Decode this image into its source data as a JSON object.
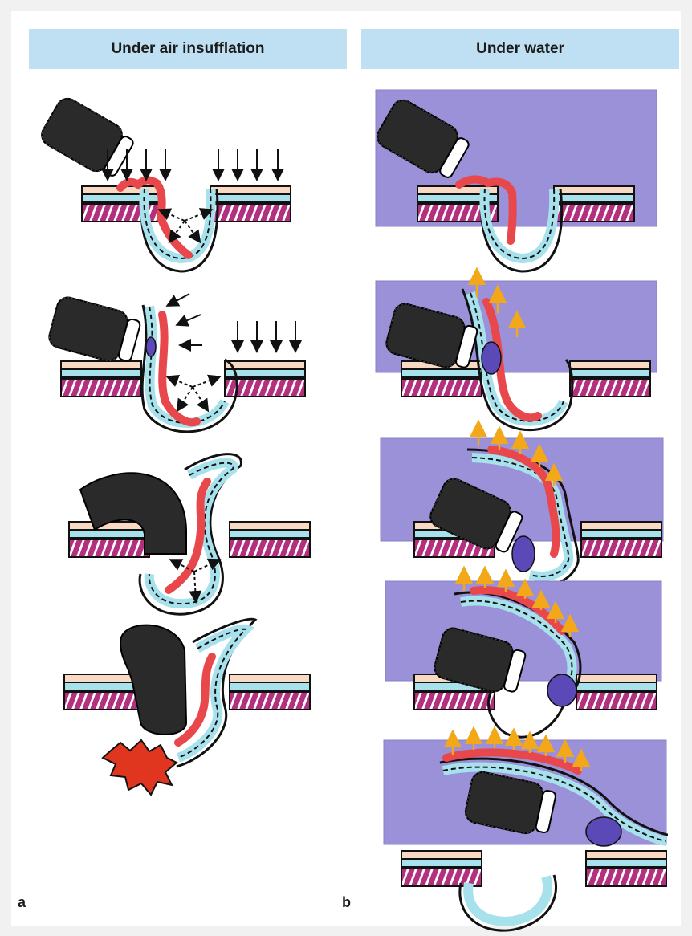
{
  "panel_a": {
    "title": "Under air insufflation",
    "label": "a"
  },
  "panel_b": {
    "title": "Under water",
    "label": "b"
  },
  "colors": {
    "header_bg": "#bfe0f3",
    "water": "#9a91d8",
    "mucosa": "#f7d9c4",
    "submucosa": "#a6e1ec",
    "muscle": "#b3307f",
    "lesion": "#e8474b",
    "endoscope": "#2a2a2a",
    "buoyancy_arrow": "#f2a818",
    "bleeding": "#e0351f"
  },
  "icons": [
    "endoscope-icon",
    "pressure-arrow-icon",
    "buoyancy-arrow-icon",
    "bleeding-icon"
  ]
}
